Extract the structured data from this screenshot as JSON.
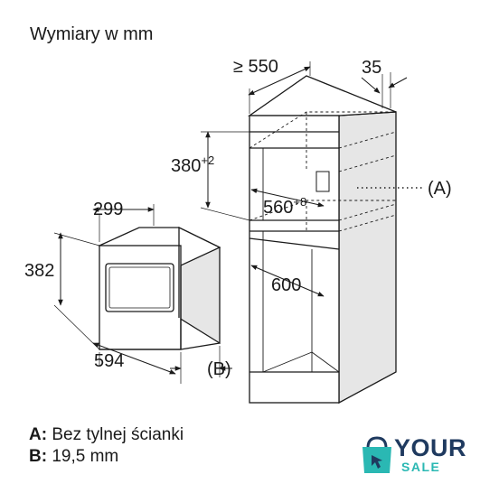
{
  "title": "Wymiary w mm",
  "dimensions": {
    "oven_width": "594",
    "oven_height": "382",
    "oven_depth": "299",
    "front_offset": "(B)",
    "niche_height": "380",
    "niche_height_tol": "+2",
    "niche_width": "560",
    "niche_width_tol": "+8",
    "cabinet_depth": "≥ 550",
    "back_gap": "35",
    "cabinet_inner": "600",
    "back_marker": "(A)"
  },
  "legend": [
    {
      "key": "A:",
      "text": "Bez tylnej ścianki"
    },
    {
      "key": "B:",
      "text": "19,5 mm"
    }
  ],
  "logo": {
    "word1": "YOUR",
    "word2": "SALE"
  },
  "colors": {
    "line": "#1a1a1a",
    "cabinet_side": "#e6e6e6",
    "logo_dark": "#1f3a5f",
    "logo_accent": "#2ab8b3"
  }
}
